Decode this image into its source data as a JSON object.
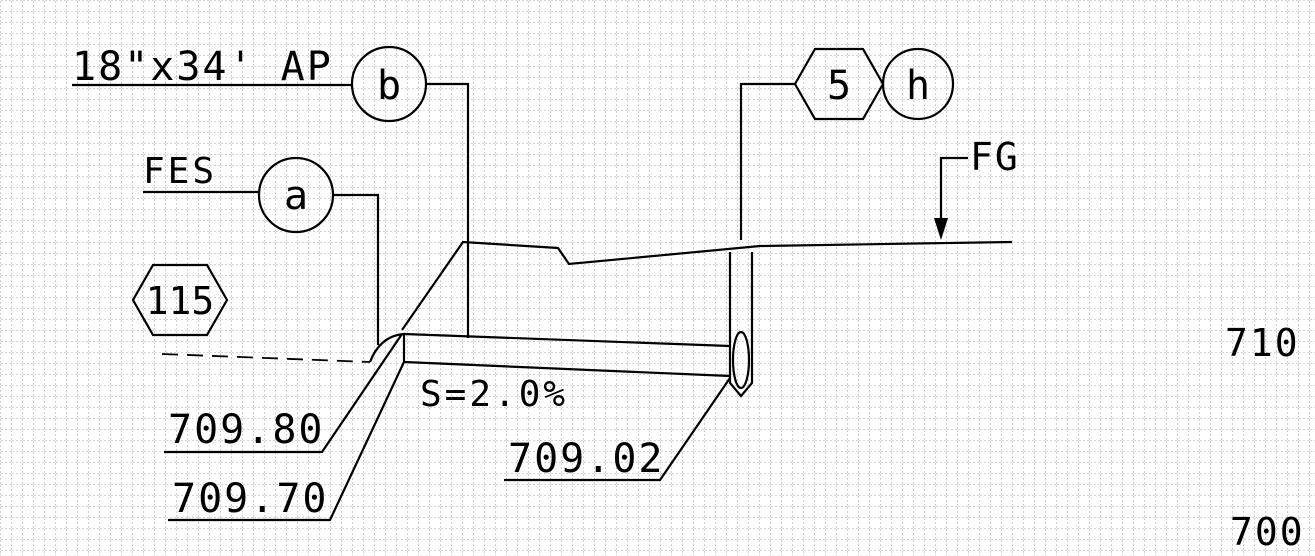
{
  "labels": {
    "pipe_spec": "18\"x34' AP",
    "fes": "FES",
    "fg": "FG",
    "slope": "S=2.0%"
  },
  "callouts": {
    "b": "b",
    "a": "a",
    "h": "h",
    "hex_5": "5",
    "hex_115": "115"
  },
  "elevations": {
    "invert_upper_left": "709.80",
    "invert_lower_left": "709.70",
    "invert_structure": "709.02"
  },
  "grid_labels": {
    "elev_710": "710",
    "elev_700": "700"
  }
}
